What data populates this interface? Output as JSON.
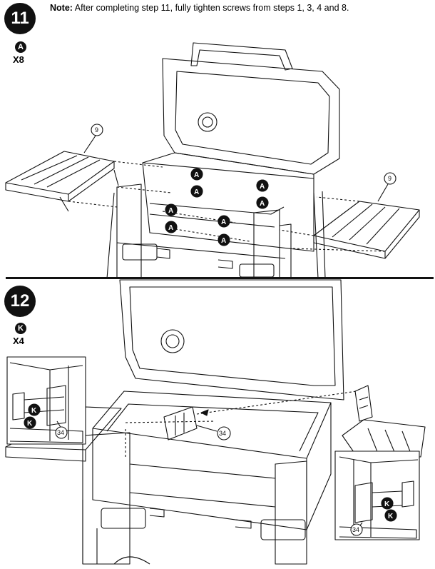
{
  "step11": {
    "number": "11",
    "note_label": "Note:",
    "note_text": "After completing step 11, fully tighten screws from steps 1, 3, 4 and 8.",
    "part_key": "A",
    "quantity": "X8",
    "callouts": [
      "9",
      "9"
    ],
    "screw_marks": [
      "A",
      "A",
      "A",
      "A",
      "A",
      "A",
      "A",
      "A"
    ]
  },
  "step12": {
    "number": "12",
    "part_key": "K",
    "quantity": "X4",
    "callouts": [
      "34",
      "34",
      "34"
    ],
    "screw_marks": [
      "K",
      "K",
      "K",
      "K"
    ]
  }
}
